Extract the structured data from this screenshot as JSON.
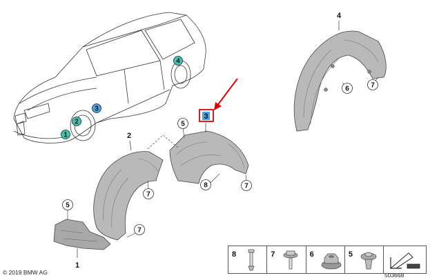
{
  "callouts": {
    "car": [
      "1",
      "2",
      "3",
      "4"
    ],
    "main": [
      "1",
      "2",
      "3",
      "4",
      "5",
      "5",
      "6",
      "7",
      "7",
      "7",
      "7",
      "8"
    ]
  },
  "legend": {
    "items": [
      {
        "number": "8",
        "icon": "push-pin-clip-icon"
      },
      {
        "number": "7",
        "icon": "screw-with-washer-icon"
      },
      {
        "number": "6",
        "icon": "hex-nut-icon"
      },
      {
        "number": "5",
        "icon": "expanding-rivet-icon"
      }
    ],
    "arrow_icon": "wheel-arch-orientation-arrow-icon"
  },
  "footer": {
    "copyright": "© 2019 BMW AG",
    "doc_number": "503668"
  },
  "colors": {
    "car_callout_fill": "#45c2b1",
    "highlight_callout_fill": "#4aa3e0",
    "highlight_box": "#e00000",
    "arrow": "#e00000",
    "part_fill": "#b9b9b9"
  }
}
